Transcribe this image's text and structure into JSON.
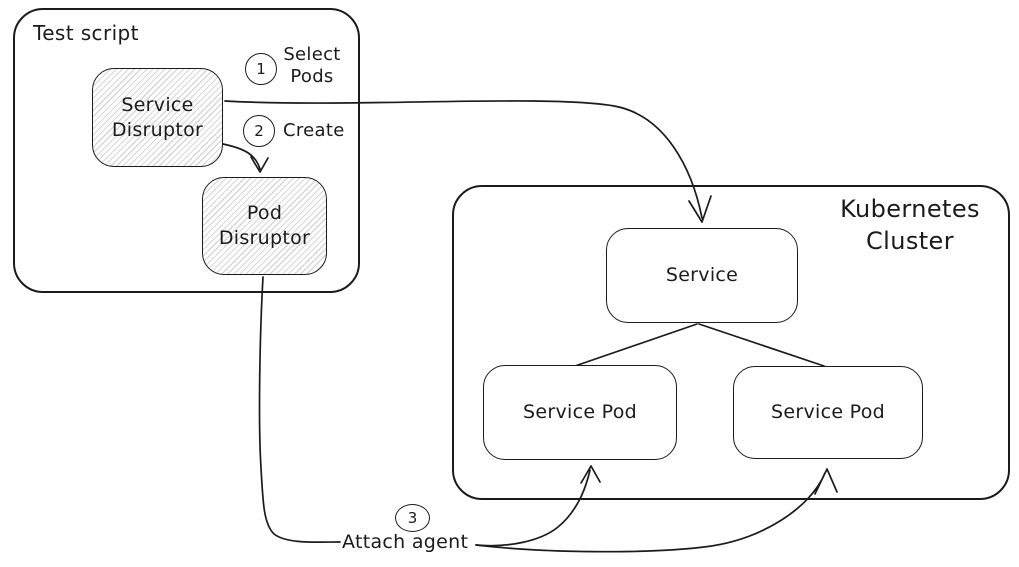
{
  "canvas": {
    "background": "#ffffff",
    "stroke_color": "#1b1b1b",
    "hatch_color": "#d8d8d8"
  },
  "test_script": {
    "title": "Test script",
    "service_disruptor": {
      "line1": "Service",
      "line2": "Disruptor"
    },
    "pod_disruptor": {
      "line1": "Pod",
      "line2": "Disruptor"
    }
  },
  "kubernetes_cluster": {
    "title_line1": "Kubernetes",
    "title_line2": "Cluster",
    "service": {
      "label": "Service"
    },
    "service_pod_left": {
      "label": "Service Pod"
    },
    "service_pod_right": {
      "label": "Service Pod"
    }
  },
  "steps": {
    "select_pods": {
      "number": "1",
      "line1": "Select",
      "line2": "Pods"
    },
    "create": {
      "number": "2",
      "label": "Create"
    },
    "attach_agent": {
      "number": "3",
      "label": "Attach agent"
    }
  }
}
